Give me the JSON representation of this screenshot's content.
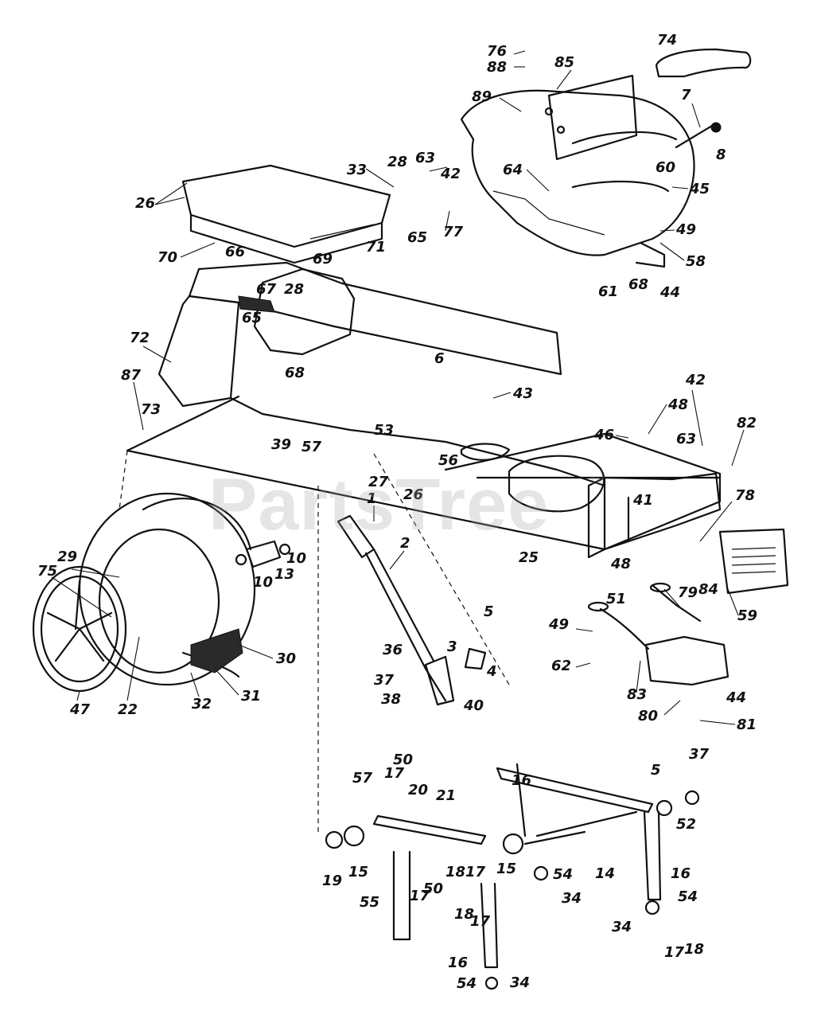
{
  "watermark": {
    "text": "PartsTree",
    "tm": "TM"
  },
  "parts": [
    {
      "label": "1"
    },
    {
      "label": "2"
    },
    {
      "label": "3"
    },
    {
      "label": "4"
    },
    {
      "label": "5"
    },
    {
      "label": "6"
    },
    {
      "label": "7"
    },
    {
      "label": "8"
    },
    {
      "label": "10"
    },
    {
      "label": "10"
    },
    {
      "label": "13"
    },
    {
      "label": "14"
    },
    {
      "label": "15"
    },
    {
      "label": "15"
    },
    {
      "label": "16"
    },
    {
      "label": "16"
    },
    {
      "label": "16"
    },
    {
      "label": "17"
    },
    {
      "label": "17"
    },
    {
      "label": "17"
    },
    {
      "label": "17"
    },
    {
      "label": "17"
    },
    {
      "label": "18"
    },
    {
      "label": "18"
    },
    {
      "label": "18"
    },
    {
      "label": "19"
    },
    {
      "label": "20"
    },
    {
      "label": "21"
    },
    {
      "label": "22"
    },
    {
      "label": "25"
    },
    {
      "label": "26"
    },
    {
      "label": "26"
    },
    {
      "label": "27"
    },
    {
      "label": "28"
    },
    {
      "label": "28"
    },
    {
      "label": "29"
    },
    {
      "label": "30"
    },
    {
      "label": "31"
    },
    {
      "label": "32"
    },
    {
      "label": "33"
    },
    {
      "label": "34"
    },
    {
      "label": "34"
    },
    {
      "label": "34"
    },
    {
      "label": "36"
    },
    {
      "label": "37"
    },
    {
      "label": "37"
    },
    {
      "label": "38"
    },
    {
      "label": "39"
    },
    {
      "label": "40"
    },
    {
      "label": "41"
    },
    {
      "label": "42"
    },
    {
      "label": "42"
    },
    {
      "label": "43"
    },
    {
      "label": "44"
    },
    {
      "label": "44"
    },
    {
      "label": "45"
    },
    {
      "label": "46"
    },
    {
      "label": "47"
    },
    {
      "label": "48"
    },
    {
      "label": "48"
    },
    {
      "label": "49"
    },
    {
      "label": "49"
    },
    {
      "label": "50"
    },
    {
      "label": "50"
    },
    {
      "label": "51"
    },
    {
      "label": "52"
    },
    {
      "label": "53"
    },
    {
      "label": "54"
    },
    {
      "label": "54"
    },
    {
      "label": "54"
    },
    {
      "label": "55"
    },
    {
      "label": "56"
    },
    {
      "label": "57"
    },
    {
      "label": "57"
    },
    {
      "label": "58"
    },
    {
      "label": "59"
    },
    {
      "label": "60"
    },
    {
      "label": "61"
    },
    {
      "label": "62"
    },
    {
      "label": "63"
    },
    {
      "label": "63"
    },
    {
      "label": "64"
    },
    {
      "label": "65"
    },
    {
      "label": "65"
    },
    {
      "label": "66"
    },
    {
      "label": "67"
    },
    {
      "label": "68"
    },
    {
      "label": "68"
    },
    {
      "label": "69"
    },
    {
      "label": "70"
    },
    {
      "label": "71"
    },
    {
      "label": "72"
    },
    {
      "label": "73"
    },
    {
      "label": "74"
    },
    {
      "label": "75"
    },
    {
      "label": "76"
    },
    {
      "label": "77"
    },
    {
      "label": "78"
    },
    {
      "label": "79"
    },
    {
      "label": "80"
    },
    {
      "label": "81"
    },
    {
      "label": "82"
    },
    {
      "label": "83"
    },
    {
      "label": "84"
    },
    {
      "label": "85"
    },
    {
      "label": "87"
    },
    {
      "label": "88"
    },
    {
      "label": "89"
    },
    {
      "label": "5"
    }
  ]
}
